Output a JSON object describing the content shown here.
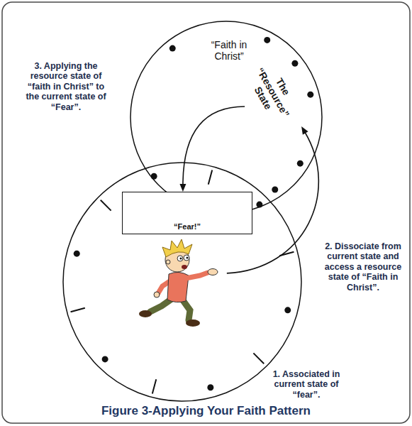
{
  "diagram": {
    "caption": "Figure 3-Applying Your Faith Pattern",
    "nodes": [
      {
        "text": [
          "“Faith in Christ”",
          "The “Resource” State"
        ]
      },
      {
        "text": [
          "1. Associated in current state of “fear”."
        ]
      },
      {
        "text": [
          "“Fear!”"
        ],
        "in": 1
      }
    ],
    "edges": [
      {
        "from": 1,
        "to": 0,
        "arrow": "to"
      },
      {
        "from": 0,
        "to": 2,
        "arrow": "to"
      }
    ],
    "labels": [
      "3. Applying the resource state of “faith in Christ” to the current state of “Fear”.",
      "2. Dissociate from current state and access a resource state of “Faith in Christ”."
    ]
  }
}
